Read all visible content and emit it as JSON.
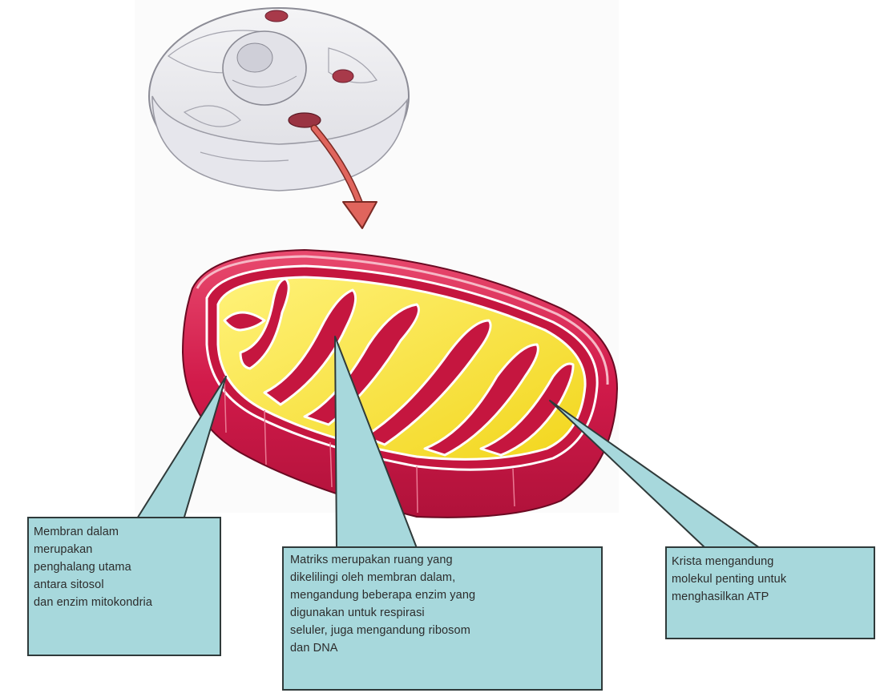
{
  "colors": {
    "callout_fill": "#a7d8dc",
    "callout_border": "#2f3a3a",
    "outer_membrane": "#d11a4a",
    "matrix_yellow": "#f5e23a",
    "arrow": "#e0655d"
  },
  "labels": {
    "inner_membrane": {
      "lines": [
        "Membran dalam",
        "merupakan",
        "penghalang utama",
        "antara sitosol",
        "dan enzim mitokondria"
      ]
    },
    "matrix": {
      "lines": [
        "Matriks merupakan ruang yang",
        "dikelilingi oleh membran dalam,",
        "mengandung beberapa enzim yang",
        "digunakan untuk respirasi",
        "seluler, juga mengandung ribosom",
        "dan DNA"
      ]
    },
    "cristae": {
      "lines": [
        "Krista mengandung",
        "molekul penting untuk",
        "menghasilkan ATP"
      ]
    }
  }
}
